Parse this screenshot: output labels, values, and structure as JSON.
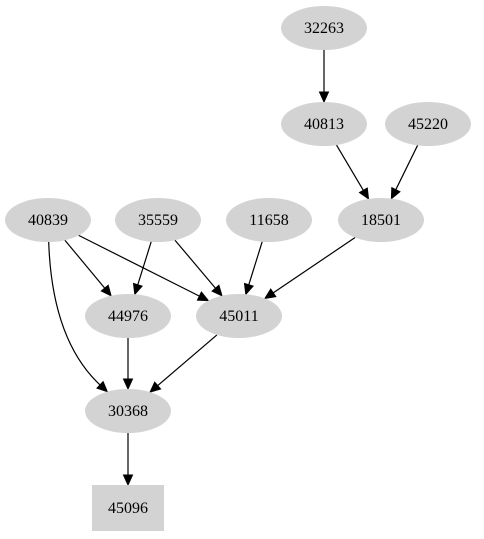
{
  "graph": {
    "node_fill": "#d3d3d3",
    "edge_color": "#000000",
    "nodes": [
      {
        "id": "n32263",
        "label": "32263",
        "shape": "ellipse"
      },
      {
        "id": "n40813",
        "label": "40813",
        "shape": "ellipse"
      },
      {
        "id": "n45220",
        "label": "45220",
        "shape": "ellipse"
      },
      {
        "id": "n18501",
        "label": "18501",
        "shape": "ellipse"
      },
      {
        "id": "n40839",
        "label": "40839",
        "shape": "ellipse"
      },
      {
        "id": "n35559",
        "label": "35559",
        "shape": "ellipse"
      },
      {
        "id": "n11658",
        "label": "11658",
        "shape": "ellipse"
      },
      {
        "id": "n44976",
        "label": "44976",
        "shape": "ellipse"
      },
      {
        "id": "n45011",
        "label": "45011",
        "shape": "ellipse"
      },
      {
        "id": "n30368",
        "label": "30368",
        "shape": "ellipse"
      },
      {
        "id": "n45096",
        "label": "45096",
        "shape": "box"
      }
    ],
    "edges": [
      {
        "from": "n32263",
        "to": "n40813"
      },
      {
        "from": "n40813",
        "to": "n18501"
      },
      {
        "from": "n45220",
        "to": "n18501"
      },
      {
        "from": "n18501",
        "to": "n45011"
      },
      {
        "from": "n40839",
        "to": "n44976"
      },
      {
        "from": "n40839",
        "to": "n45011"
      },
      {
        "from": "n40839",
        "to": "n30368"
      },
      {
        "from": "n35559",
        "to": "n44976"
      },
      {
        "from": "n35559",
        "to": "n45011"
      },
      {
        "from": "n11658",
        "to": "n45011"
      },
      {
        "from": "n44976",
        "to": "n30368"
      },
      {
        "from": "n45011",
        "to": "n30368"
      },
      {
        "from": "n30368",
        "to": "n45096"
      }
    ]
  }
}
